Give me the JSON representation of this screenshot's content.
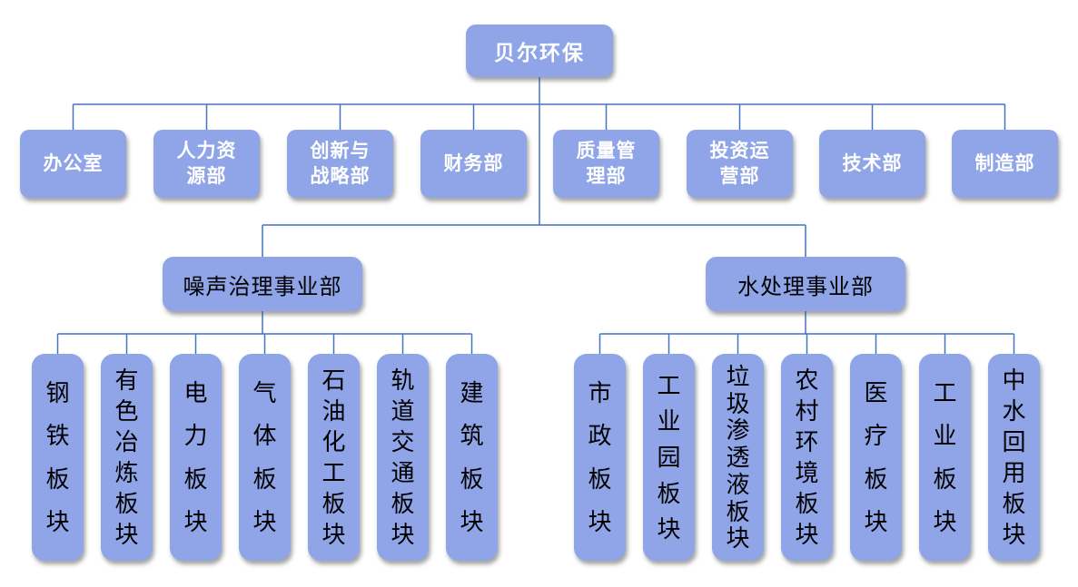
{
  "palette": {
    "node_fill": "#8FA5E8",
    "line": "#4472C4",
    "level2_text": "#FFFFFF",
    "text_dark": "#000000"
  },
  "org": {
    "root": {
      "label": "贝尔环保"
    },
    "departments": [
      {
        "label": "办公室"
      },
      {
        "label": "人力资\n源部"
      },
      {
        "label": "创新与\n战略部"
      },
      {
        "label": "财务部"
      },
      {
        "label": "质量管\n理部"
      },
      {
        "label": "投资运\n营部"
      },
      {
        "label": "技术部"
      },
      {
        "label": "制造部"
      }
    ],
    "divisions": [
      {
        "label": "噪声治理事业部",
        "segments": [
          "钢铁板块",
          "有色冶炼板块",
          "电力板块",
          "气体板块",
          "石油化工板块",
          "轨道交通板块",
          "建筑板块"
        ]
      },
      {
        "label": "水处理事业部",
        "segments": [
          "市政板块",
          "工业园板块",
          "垃圾渗透液板块",
          "农村环境板块",
          "医疗板块",
          "工业板块",
          "中水回用板块"
        ]
      }
    ]
  }
}
